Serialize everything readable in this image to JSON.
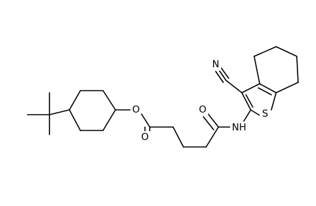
{
  "atom_labels": {
    "ester_oxygen": "O",
    "carbonyl_oxygen_ester": "O",
    "carbonyl_oxygen_amide": "O",
    "amide_nitrogen": "NH",
    "thiophene_sulfur": "S",
    "nitrile_nitrogen": "N"
  },
  "colors": {
    "bond": "#000000",
    "label": "#000000",
    "background": "#ffffff"
  }
}
